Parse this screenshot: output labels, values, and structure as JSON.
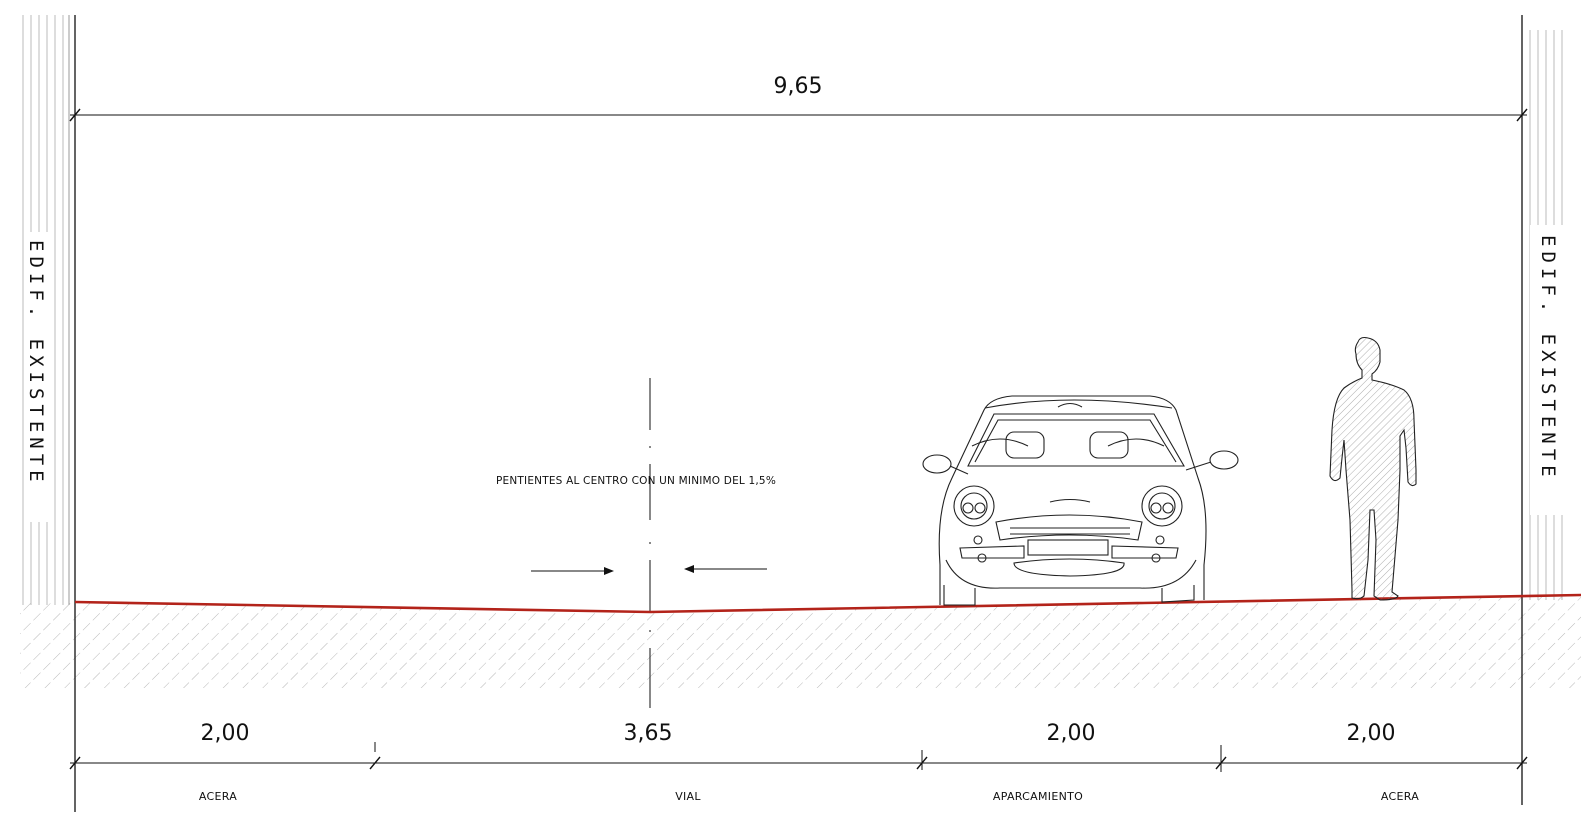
{
  "section": {
    "total_width_label": "9,65",
    "segments": [
      {
        "dimension": "2,00",
        "zone": "ACERA"
      },
      {
        "dimension": "3,65",
        "zone": "VIAL"
      },
      {
        "dimension": "2,00",
        "zone": "APARCAMIENTO"
      },
      {
        "dimension": "2,00",
        "zone": "ACERA"
      }
    ],
    "slope_note": "PENTIENTES AL CENTRO CON UN MINIMO DEL 1,5%",
    "building_left": "EDIF. EXISTENTE",
    "building_right": "EDIF. EXISTENTE"
  },
  "colors": {
    "ground_line": "#b3231a",
    "line": "#111111",
    "hatch": "#9a9a9a"
  },
  "icons": {
    "car": "car-front-view-icon",
    "person": "person-silhouette-icon"
  }
}
